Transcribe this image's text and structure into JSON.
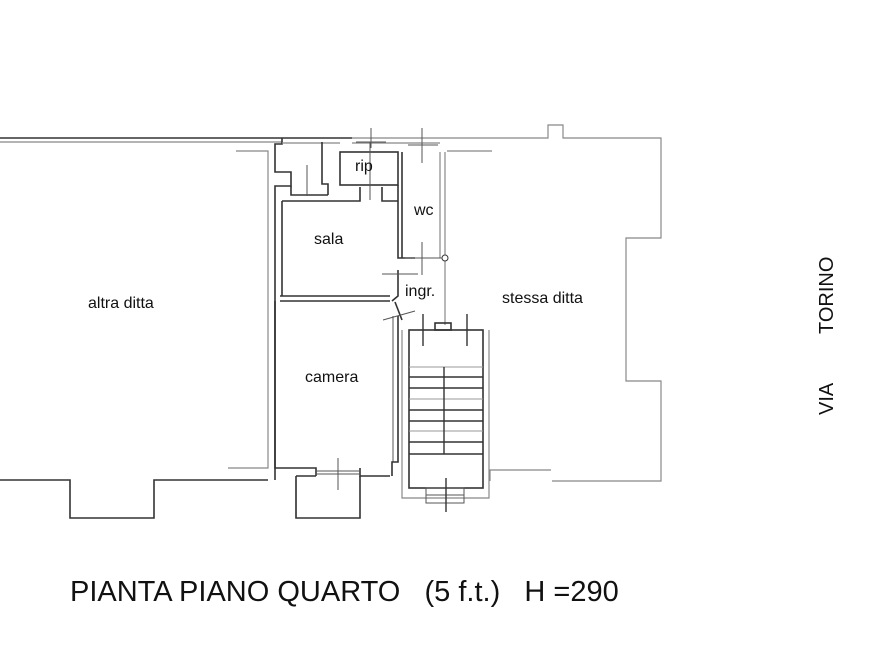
{
  "plan": {
    "title": "PIANTA PIANO QUARTO   (5 f.t.)   H =290",
    "street": {
      "prefix": "VIA",
      "name": "TORINO"
    },
    "rooms": [
      {
        "id": "altra-ditta",
        "label": "altra ditta"
      },
      {
        "id": "rip",
        "label": "rip"
      },
      {
        "id": "wc",
        "label": "wc"
      },
      {
        "id": "sala",
        "label": "sala"
      },
      {
        "id": "ingr",
        "label": "ingr."
      },
      {
        "id": "stessa-ditta",
        "label": "stessa ditta"
      },
      {
        "id": "camera",
        "label": "camera"
      }
    ],
    "colors": {
      "wall": "#333333",
      "background": "#ffffff",
      "text": "#111111"
    }
  }
}
